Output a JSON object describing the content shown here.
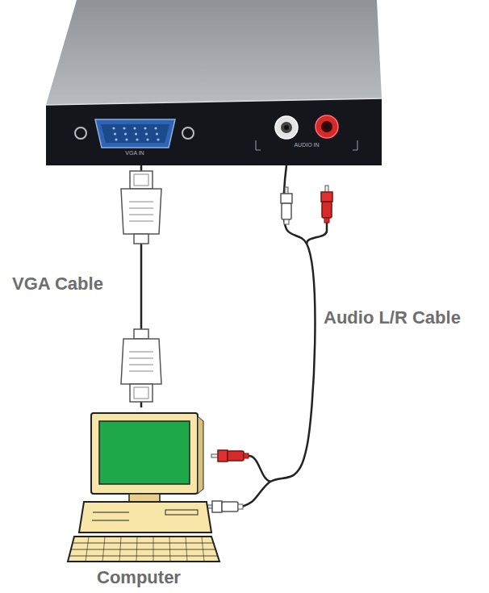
{
  "diagram": {
    "nodes": [
      {
        "text": [
          "VGA IN",
          "AUDIO IN"
        ]
      },
      {
        "text": [
          "Computer"
        ]
      }
    ],
    "edges": [
      {
        "from": 0,
        "to": 1,
        "arrow": "none",
        "label": "VGA Cable"
      },
      {
        "from": 0,
        "to": 1,
        "arrow": "none",
        "label": "Audio L/R Cable"
      }
    ]
  }
}
